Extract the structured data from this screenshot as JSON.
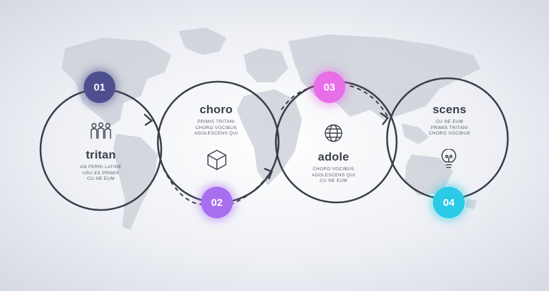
{
  "steps": [
    {
      "number": "01",
      "title": "tritan",
      "lines": [
        "AN FERRI LATINE",
        "USU EX PRIMIS",
        "CU NE EUM"
      ],
      "icon": "people-icon",
      "color": "#4d4f8f"
    },
    {
      "number": "02",
      "title": "choro",
      "lines": [
        "PRIMIS TRITANI",
        "CHORO VOCIBUS",
        "ADOLESCENS QUI"
      ],
      "icon": "cube-icon",
      "color": "#a86ef0"
    },
    {
      "number": "03",
      "title": "adole",
      "lines": [
        "CHORO VOCIBUS",
        "ADOLESCENS QUI",
        "CU NE EUM"
      ],
      "icon": "globe-icon",
      "color": "#e86ee8"
    },
    {
      "number": "04",
      "title": "scens",
      "lines": [
        "CU NE EUM",
        "PRIMIS TRITANI",
        "CHORO VOCIBUS"
      ],
      "icon": "lightbulb-icon",
      "color": "#2bcbe8"
    }
  ],
  "colors": {
    "line": "#3b3e4a",
    "map": "#c9cdd6"
  }
}
